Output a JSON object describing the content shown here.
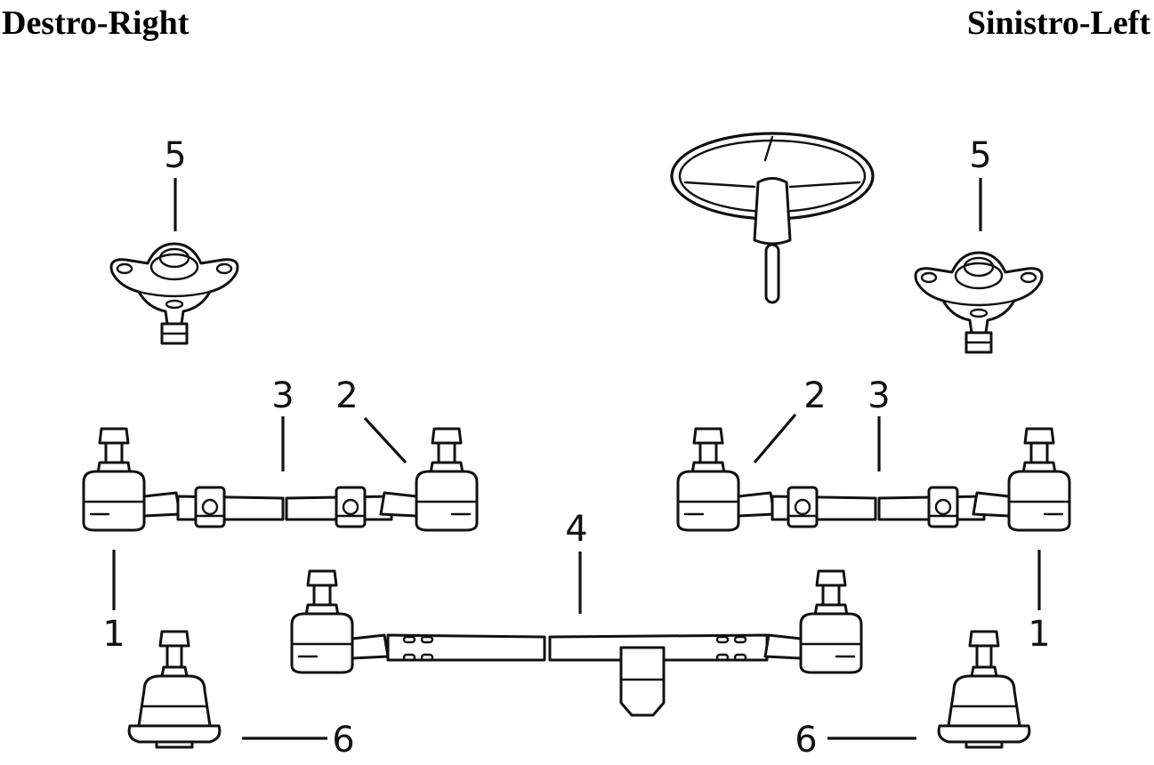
{
  "headings": {
    "right": "Destro-Right",
    "left": "Sinistro-Left"
  },
  "part_labels": {
    "upper_ball_joint_right": "5",
    "upper_ball_joint_left": "5",
    "tie_rod_end_inner_right": "2",
    "tie_rod_end_inner_left": "2",
    "adjuster_tube_right": "3",
    "adjuster_tube_left": "3",
    "center_link": "4",
    "tie_rod_end_outer_right": "1",
    "tie_rod_end_outer_left": "1",
    "lower_ball_joint_right": "6",
    "lower_ball_joint_left": "6"
  }
}
